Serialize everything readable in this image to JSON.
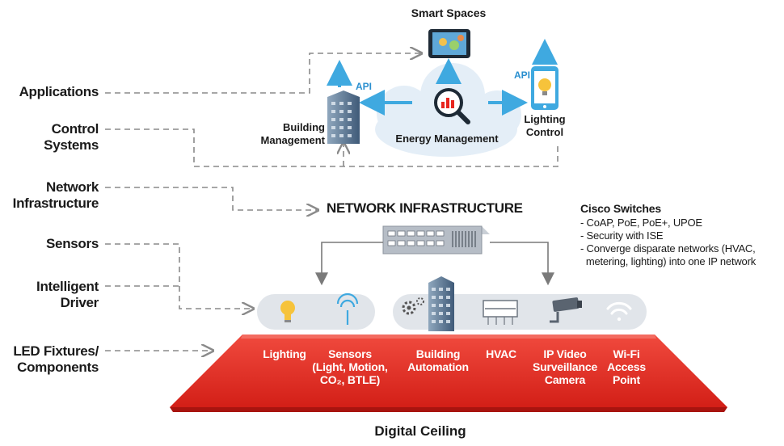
{
  "layers": [
    {
      "lines": [
        "Applications"
      ]
    },
    {
      "lines": [
        "Control",
        "Systems"
      ]
    },
    {
      "lines": [
        "Network",
        "Infrastructure"
      ]
    },
    {
      "lines": [
        "Sensors"
      ]
    },
    {
      "lines": [
        "Intelligent",
        "Driver"
      ]
    },
    {
      "lines": [
        "LED Fixtures/",
        "Components"
      ]
    }
  ],
  "apps": {
    "smart_spaces": "Smart Spaces",
    "building_management": [
      "Building",
      "Management"
    ],
    "energy_management": "Energy Management",
    "lighting_control": [
      "Lighting",
      "Control"
    ],
    "api_left": "API",
    "api_right": "API"
  },
  "network": {
    "title": "NETWORK INFRASTRUCTURE",
    "switches_title": "Cisco Switches",
    "bullets": [
      "- CoAP, PoE, PoE+, UPOE",
      "- Security with ISE",
      "- Converge disparate networks (HVAC,",
      "  metering, lighting) into one IP network"
    ]
  },
  "ceiling": {
    "items": [
      {
        "lines": [
          "Lighting"
        ]
      },
      {
        "lines": [
          "Sensors",
          "(Light, Motion,",
          "CO₂, BTLE)"
        ]
      },
      {
        "lines": [
          "Building",
          "Automation"
        ]
      },
      {
        "lines": [
          "HVAC"
        ]
      },
      {
        "lines": [
          "IP Video",
          "Surveillance",
          "Camera"
        ]
      },
      {
        "lines": [
          "Wi-Fi",
          "Access",
          "Point"
        ]
      }
    ],
    "caption": "Digital Ceiling"
  },
  "colors": {
    "red": "#e8251e",
    "red_dark": "#c21a14",
    "arrow_blue": "#3fa9e0",
    "dash_gray": "#8a8a8a",
    "cloud": "#e4eef7"
  }
}
